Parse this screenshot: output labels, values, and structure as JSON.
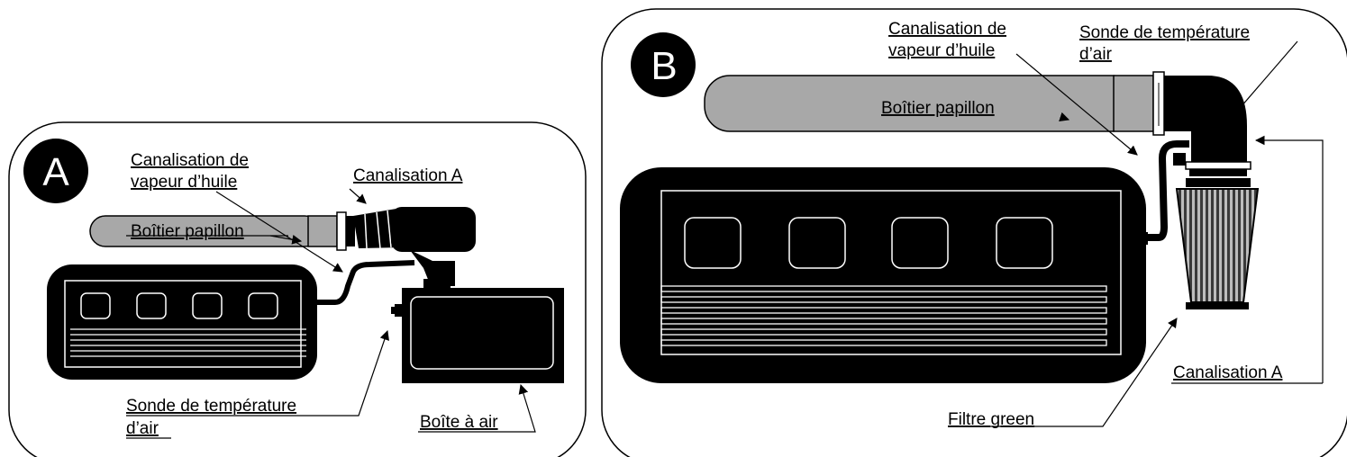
{
  "panel_a": {
    "badge": "A",
    "labels": {
      "oil_vapor_line": [
        "Canalisation de",
        "vapeur d’huile"
      ],
      "line_a": "Canalisation A",
      "throttle_body": "Boîtier papillon",
      "air_temp_sensor": [
        "Sonde de température",
        "d’air"
      ],
      "air_box": "Boîte à air"
    }
  },
  "panel_b": {
    "badge": "B",
    "labels": {
      "oil_vapor_line": [
        "Canalisation de",
        "vapeur d’huile"
      ],
      "air_temp_sensor": [
        "Sonde de température",
        "d’air"
      ],
      "throttle_body": "Boîtier papillon",
      "line_a": "Canalisation A",
      "green_filter": "Filtre green"
    }
  }
}
